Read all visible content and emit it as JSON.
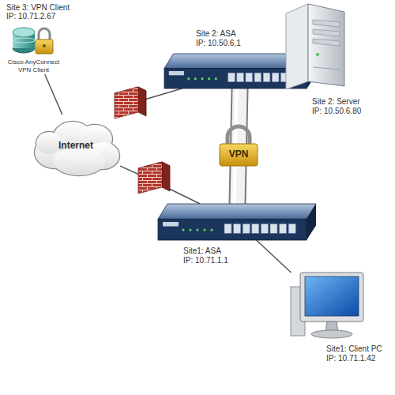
{
  "diagram": {
    "nodes": [
      {
        "text": [
          "Site 3: VPN Client",
          "IP: 10.71.2.67",
          "Cisco AnyConnect VPN Client"
        ]
      },
      {
        "text": [
          "Internet"
        ]
      },
      {
        "text": [
          "Site 2: ASA",
          "IP: 10.50.6.1"
        ]
      },
      {
        "text": [
          "Site 2: Server",
          "IP: 10.50.6.80"
        ]
      },
      {
        "text": [
          "Site1: ASA",
          "IP: 10.71.1.1"
        ]
      },
      {
        "text": [
          "Site1: Client PC",
          "IP: 10.71.1.42"
        ]
      }
    ],
    "edges": [
      {
        "from": 0,
        "to": 1,
        "arrow": "none"
      },
      {
        "from": 1,
        "to": 2,
        "arrow": "none"
      },
      {
        "from": 1,
        "to": 4,
        "arrow": "none"
      },
      {
        "from": 2,
        "to": 4,
        "label": "VPN",
        "arrow": "none"
      },
      {
        "from": 4,
        "to": 5,
        "arrow": "none"
      }
    ]
  }
}
